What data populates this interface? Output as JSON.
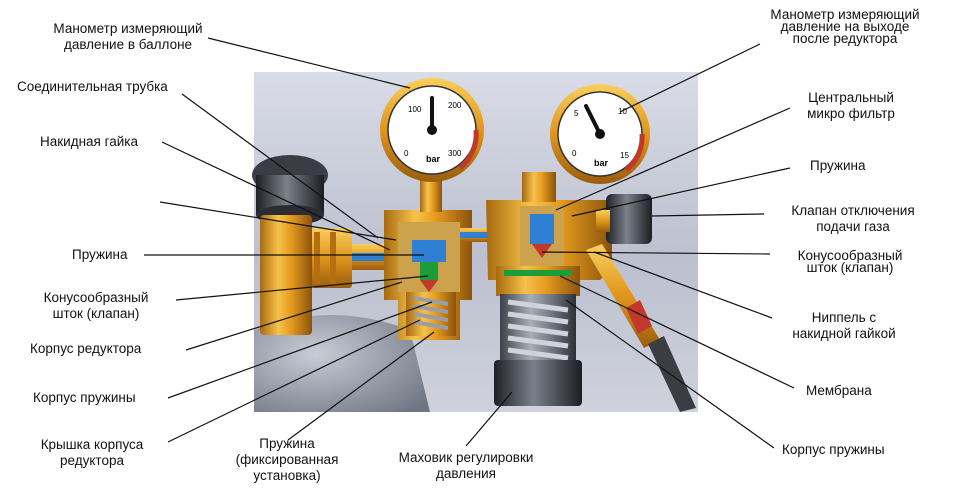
{
  "gauge_left": {
    "ticks": [
      "0",
      "100",
      "200",
      "300"
    ],
    "unit": "bar"
  },
  "gauge_right": {
    "ticks": [
      "0",
      "5",
      "10",
      "15"
    ],
    "unit": "bar"
  },
  "labels": {
    "manometer_cylinder": [
      "Манометр измеряющий",
      "давление в баллоне"
    ],
    "manometer_outlet": [
      "Манометр измеряющий",
      "давление на выходе",
      "после редуктора"
    ],
    "connecting_tube": [
      "Соединительная трубка"
    ],
    "union_nut": [
      "Накидная гайка"
    ],
    "spring_left": [
      "Пружина"
    ],
    "cone_stem_left": [
      "Конусообразный",
      "шток (клапан)"
    ],
    "reducer_body": [
      "Корпус редуктора"
    ],
    "spring_housing_left": [
      "Корпус пружины"
    ],
    "reducer_cover": [
      "Крышка корпуса",
      "редуктора"
    ],
    "spring_fixed": [
      "Пружина",
      "(фиксированная",
      "установка)"
    ],
    "adjust_handwheel": [
      "Маховик регулировки",
      "давления"
    ],
    "central_filter": [
      "Центральный",
      "микро фильтр"
    ],
    "spring_right": [
      "Пружина"
    ],
    "shutoff_valve": [
      "Клапан отключения",
      "подачи газа"
    ],
    "cone_stem_right": [
      "Конусообразный",
      "шток (клапан)"
    ],
    "nipple": [
      "Ниппель с",
      "накидной гайкой"
    ],
    "membrane": [
      "Мембрана"
    ],
    "spring_housing_right": [
      "Корпус пружины"
    ]
  }
}
